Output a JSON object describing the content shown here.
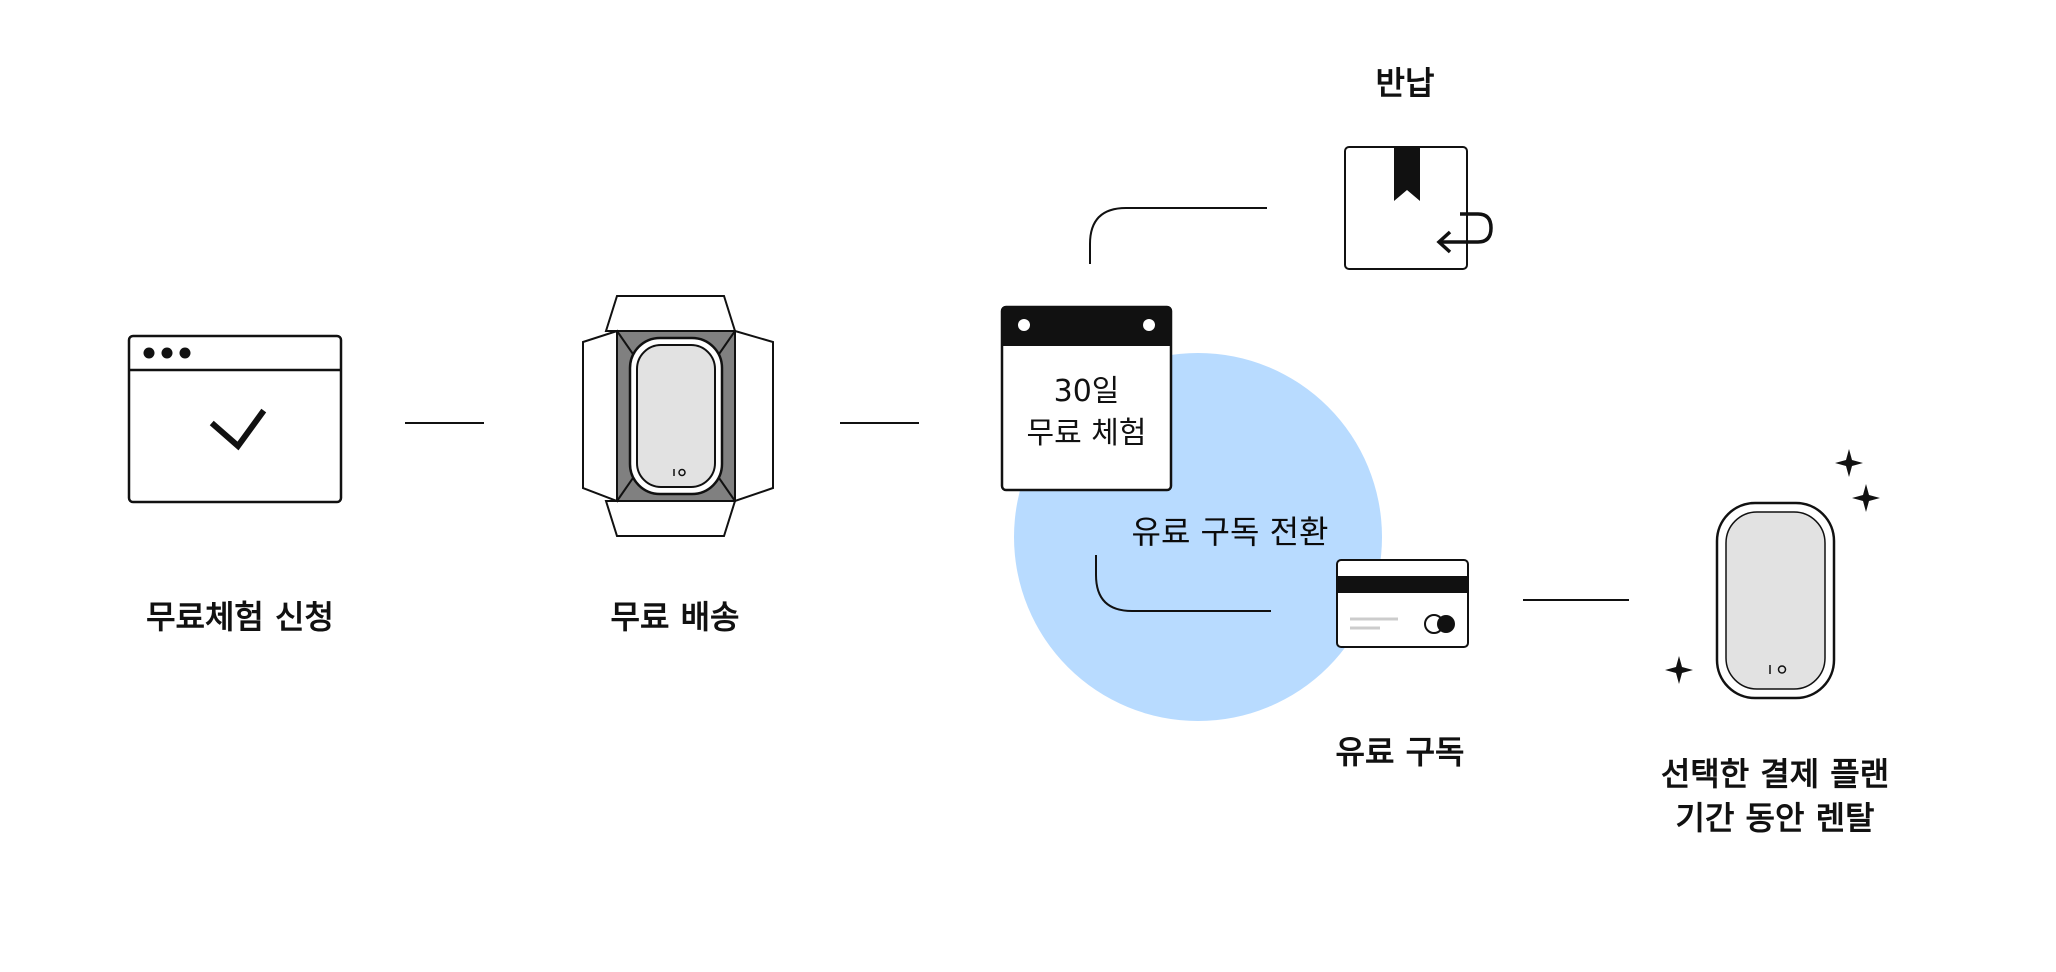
{
  "steps": {
    "apply_label": "무료체험 신청",
    "delivery_label": "무료 배송",
    "return_label": "반납",
    "calendar_days": "30일",
    "calendar_trial": "무료 체험",
    "conversion_label": "유료 구독 전환",
    "subscription_label": "유료 구독",
    "rental_line1": "선택한 결제 플랜",
    "rental_line2": "기간 동안 렌탈"
  },
  "colors": {
    "stroke": "#111111",
    "highlight_circle": "#b8dbff",
    "device_screen": "#e2e2e2",
    "box_fill": "#808080"
  },
  "icons": [
    "browser-check-icon",
    "open-box-device-icon",
    "calendar-icon",
    "return-box-icon",
    "credit-card-icon",
    "device-icon",
    "sparkle-icon"
  ]
}
